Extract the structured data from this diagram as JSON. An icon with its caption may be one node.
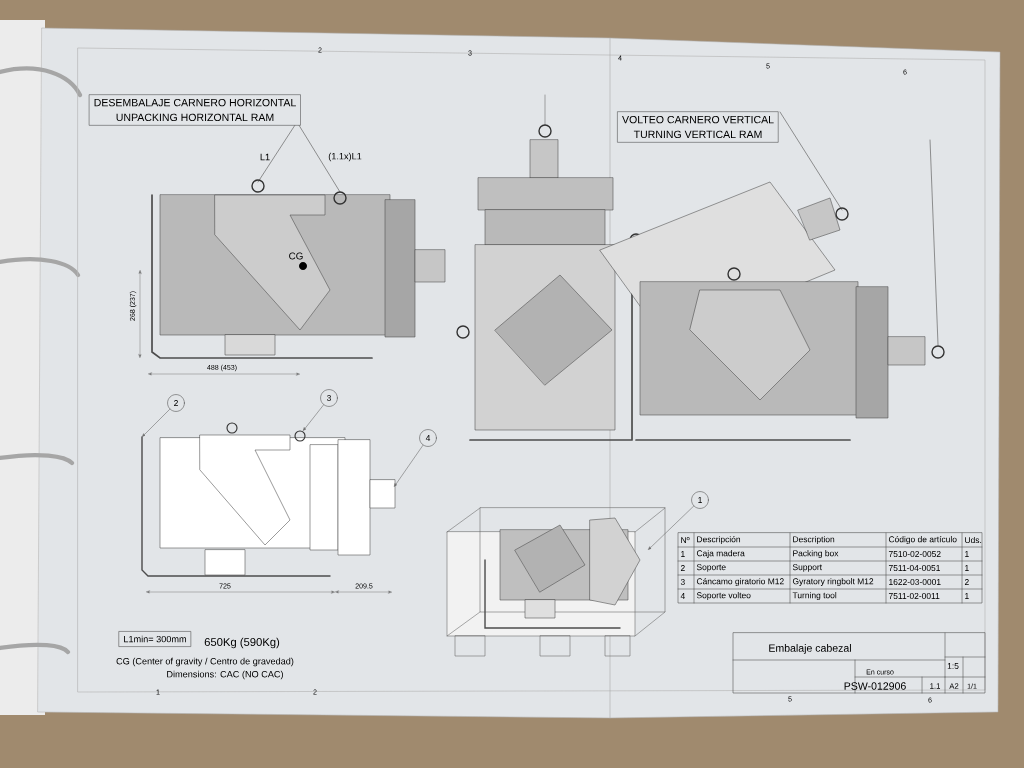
{
  "diagram": {
    "nodes": [
      {
        "text": [
          "DESEMBALAJE CARNERO HORIZONTAL",
          "UNPACKING HORIZONTAL RAM"
        ]
      },
      {
        "text": [
          "VOLTEO CARNERO VERTICAL",
          "TURNING VERTICAL RAM"
        ]
      },
      {
        "text": [
          "L1min= 300mm"
        ]
      },
      {
        "text": [
          "2"
        ]
      },
      {
        "text": [
          "3"
        ]
      },
      {
        "text": [
          "4"
        ]
      },
      {
        "text": [
          "1"
        ]
      }
    ],
    "edges": [
      {
        "from": 3,
        "to": null,
        "arrow": "to"
      },
      {
        "from": 4,
        "to": null,
        "arrow": "to"
      },
      {
        "from": 5,
        "to": null,
        "arrow": "to"
      },
      {
        "from": 6,
        "to": null,
        "arrow": "to"
      }
    ],
    "labels": [
      "2",
      "3",
      "4",
      "5",
      "6",
      "L1",
      "(1.1x)L1",
      "CG",
      "268 (237)",
      "488 (453)",
      "725",
      "209.5",
      "Nº",
      "Descripción",
      "Description",
      "Código de artículo",
      "Uds.",
      "1",
      "Caja madera",
      "Packing box",
      "7510-02-0052",
      "1",
      "2",
      "Soporte",
      "Support",
      "7511-04-0051",
      "1",
      "3",
      "Cáncamo giratorio M12",
      "Gyratory ringbolt M12",
      "1622-03-0001",
      "2",
      "4",
      "Soporte volteo",
      "Turning tool",
      "7511-02-0011",
      "1",
      "Embalaje cabezal",
      "En curso",
      "1:5",
      "PSW-012906",
      "1.1",
      "A2",
      "1/1",
      "650Kg (590Kg)",
      "CG (Center of gravity / Centro de gravedad)",
      "Dimensions: CAC (NO CAC)",
      "1",
      "2",
      "5",
      "6"
    ]
  }
}
